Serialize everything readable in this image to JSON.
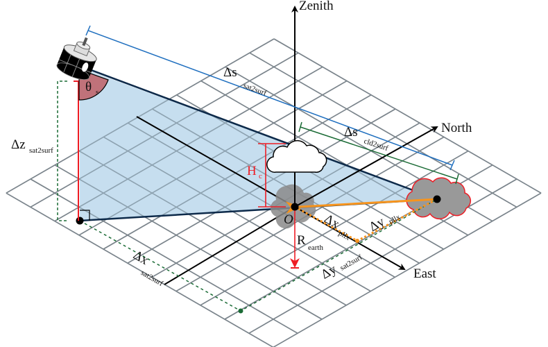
{
  "axes": {
    "zenith": "Zenith",
    "north": "North",
    "east": "East",
    "origin": "O"
  },
  "labels": {
    "ds_sat2surf": {
      "main": "Δs",
      "sub": "sat2surf"
    },
    "ds_cld2surf": {
      "main": "Δs",
      "sub": "cld2surf"
    },
    "dz_sat2surf": {
      "main": "Δz",
      "sub": "sat2surf"
    },
    "dx_sat2surf": {
      "main": "Δx",
      "sub": "sat2surf"
    },
    "dy_sat2surf": {
      "main": "Δy",
      "sub": "sat2surf"
    },
    "dx_pllx": {
      "main": "Δx",
      "sub": "pllx"
    },
    "dy_pllx": {
      "main": "Δy",
      "sub": "pllx"
    },
    "theta_s": {
      "main": "θ",
      "sub": "s"
    },
    "h_c": {
      "main": "H",
      "sub": "c"
    },
    "r_earth": {
      "main": "R",
      "sub": "earth"
    }
  },
  "colors": {
    "grid": "#8c8c8c",
    "view_plane": "#bcd8ec",
    "view_edge": "#0d2a4a",
    "angle_wedge": "#c0727a",
    "height_red": "#ee1c24",
    "sat2surf_blue": "#1f6fbf",
    "cld2surf_green": "#1a6b35",
    "parallax_orange": "#f7941d",
    "cloud_gray": "#9a9a9a"
  }
}
